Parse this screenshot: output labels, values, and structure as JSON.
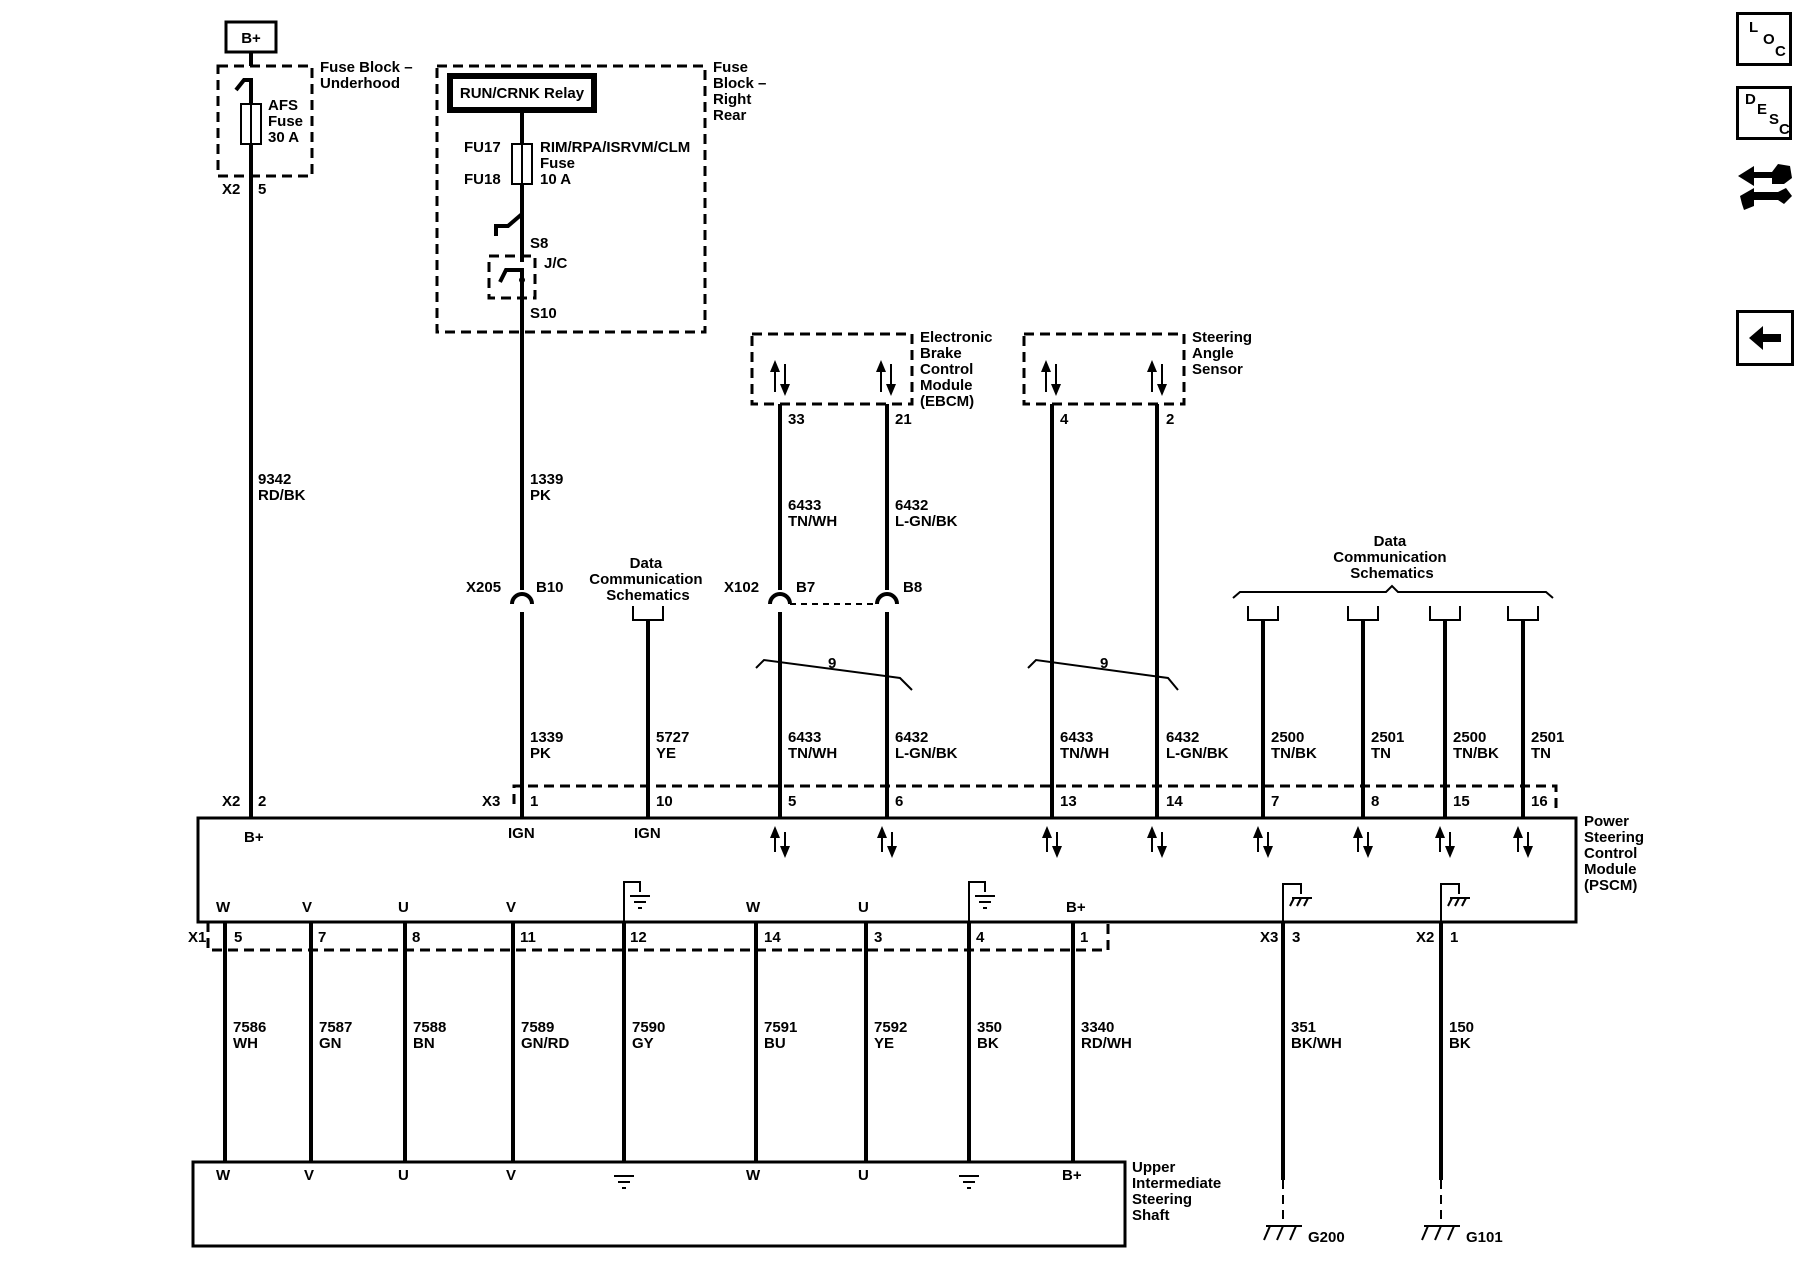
{
  "nav": {
    "loc": [
      "L",
      "O",
      "C"
    ],
    "desc": [
      "D",
      "E",
      "S",
      "C"
    ],
    "back_icon": "left-arrow-icon",
    "connector_icon": "connector-tool-icon"
  },
  "power": {
    "bplus": "B+",
    "fuse_block_underhood": [
      "Fuse Block –",
      "Underhood"
    ],
    "afs_fuse": [
      "AFS",
      "Fuse",
      "30 A"
    ],
    "underhood_conn": "X2",
    "underhood_pin": "5",
    "wire1": [
      "9342",
      "RD/BK"
    ],
    "relay": "RUN/CRNK Relay",
    "fuse_block_rr": [
      "Fuse",
      "Block –",
      "Right",
      "Rear"
    ],
    "fu17": "FU17",
    "fu18": "FU18",
    "fuse2": [
      "RIM/RPA/ISRVM/CLM",
      "Fuse",
      "10 A"
    ],
    "s8": "S8",
    "jc": "J/C",
    "s10": "S10",
    "wire2": [
      "1339",
      "PK"
    ],
    "x205": "X205",
    "b10": "B10"
  },
  "ebcm": {
    "name": [
      "Electronic",
      "Brake",
      "Control",
      "Module",
      "(EBCM)"
    ],
    "pin_a": "33",
    "pin_b": "21",
    "wire_a": [
      "6433",
      "TN/WH"
    ],
    "wire_b": [
      "6432",
      "L-GN/BK"
    ],
    "x102": "X102",
    "b7": "B7",
    "b8": "B8",
    "twist": "9"
  },
  "sas": {
    "name": [
      "Steering",
      "Angle",
      "Sensor"
    ],
    "pin_a": "4",
    "pin_b": "2",
    "twist": "9"
  },
  "datacomm": {
    "left": [
      "Data",
      "Communication",
      "Schematics"
    ],
    "right": [
      "Data",
      "Communication",
      "Schematics"
    ]
  },
  "wires_top": [
    {
      "num": "9342",
      "color": "RD/BK"
    },
    {
      "num": "1339",
      "color": "PK"
    },
    {
      "num": "5727",
      "color": "YE"
    },
    {
      "num": "6433",
      "color": "TN/WH"
    },
    {
      "num": "6432",
      "color": "L-GN/BK"
    },
    {
      "num": "6433",
      "color": "TN/WH"
    },
    {
      "num": "6432",
      "color": "L-GN/BK"
    },
    {
      "num": "2500",
      "color": "TN/BK"
    },
    {
      "num": "2501",
      "color": "TN"
    },
    {
      "num": "2500",
      "color": "TN/BK"
    },
    {
      "num": "2501",
      "color": "TN"
    }
  ],
  "pscm": {
    "name": [
      "Power",
      "Steering",
      "Control",
      "Module",
      "(PSCM)"
    ],
    "x2_top": "X2",
    "x2_top_pin": "2",
    "x3_top": "X3",
    "top_pins": [
      "1",
      "10",
      "5",
      "6",
      "13",
      "14",
      "7",
      "8",
      "15",
      "16"
    ],
    "top_labels": [
      "B+",
      "IGN",
      "IGN"
    ],
    "bottom_labels": [
      "W",
      "V",
      "U",
      "V",
      "W",
      "U",
      "B+"
    ],
    "x1": "X1",
    "bottom_pins": [
      "5",
      "7",
      "8",
      "11",
      "12",
      "14",
      "3",
      "4",
      "1"
    ],
    "x3_bottom": "X3",
    "x3_bottom_pin": "3",
    "x2_bottom": "X2",
    "x2_bottom_pin": "1"
  },
  "wires_bottom": [
    {
      "num": "7586",
      "color": "WH"
    },
    {
      "num": "7587",
      "color": "GN"
    },
    {
      "num": "7588",
      "color": "BN"
    },
    {
      "num": "7589",
      "color": "GN/RD"
    },
    {
      "num": "7590",
      "color": "GY"
    },
    {
      "num": "7591",
      "color": "BU"
    },
    {
      "num": "7592",
      "color": "YE"
    },
    {
      "num": "350",
      "color": "BK"
    },
    {
      "num": "3340",
      "color": "RD/WH"
    },
    {
      "num": "351",
      "color": "BK/WH"
    },
    {
      "num": "150",
      "color": "BK"
    }
  ],
  "shaft": {
    "name": [
      "Upper",
      "Intermediate",
      "Steering",
      "Shaft"
    ],
    "labels": [
      "W",
      "V",
      "U",
      "V",
      "W",
      "U",
      "B+"
    ]
  },
  "grounds": [
    "G200",
    "G101"
  ]
}
